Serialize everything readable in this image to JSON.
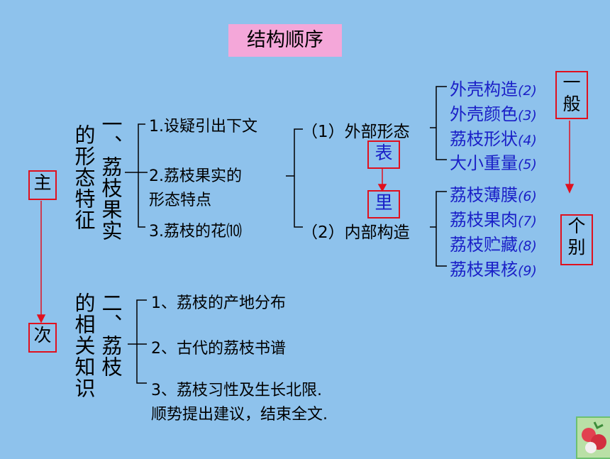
{
  "title": "结构顺序",
  "colors": {
    "background": "#8ec2ec",
    "title_bg": "#f4a7d9",
    "accent_red": "#e0101e",
    "blue_text": "#1a1fc7"
  },
  "left_markers": {
    "main": "主",
    "secondary": "次"
  },
  "section1": {
    "heading": "一、荔枝果实的形态特征",
    "col_a": "一、荔枝果实",
    "col_b": "的形态特征",
    "items": [
      "1.设疑引出下文",
      "2.荔枝果实的形态特点",
      "3.荔枝的花⑽"
    ],
    "item2_line1": "2.荔枝果实的",
    "item2_line2": "形态特点"
  },
  "section2": {
    "col_a": "二、荔枝",
    "col_b": "的相关知识",
    "items": [
      "1、荔枝的产地分布",
      "2、古代的荔枝书谱",
      "3、荔枝习性及生长北限."
    ],
    "item3_line2": "顺势提出建议，结束全文."
  },
  "parts": {
    "external": "（1）外部形态",
    "internal": "（2）内部构造",
    "biao": "表",
    "li": "里"
  },
  "external_items": [
    {
      "text": "外壳构造",
      "num": "(2)"
    },
    {
      "text": "外壳颜色",
      "num": "(3)"
    },
    {
      "text": "荔枝形状",
      "num": "(4)"
    },
    {
      "text": "大小重量",
      "num": "(5)"
    }
  ],
  "internal_items": [
    {
      "text": "荔枝薄膜",
      "num": "(6)"
    },
    {
      "text": "荔枝果肉",
      "num": "(7)"
    },
    {
      "text": "荔枝贮藏",
      "num": "(8)"
    },
    {
      "text": "荔枝果核",
      "num": "(9)"
    }
  ],
  "right_markers": {
    "general": "一般",
    "individual": "个别"
  }
}
